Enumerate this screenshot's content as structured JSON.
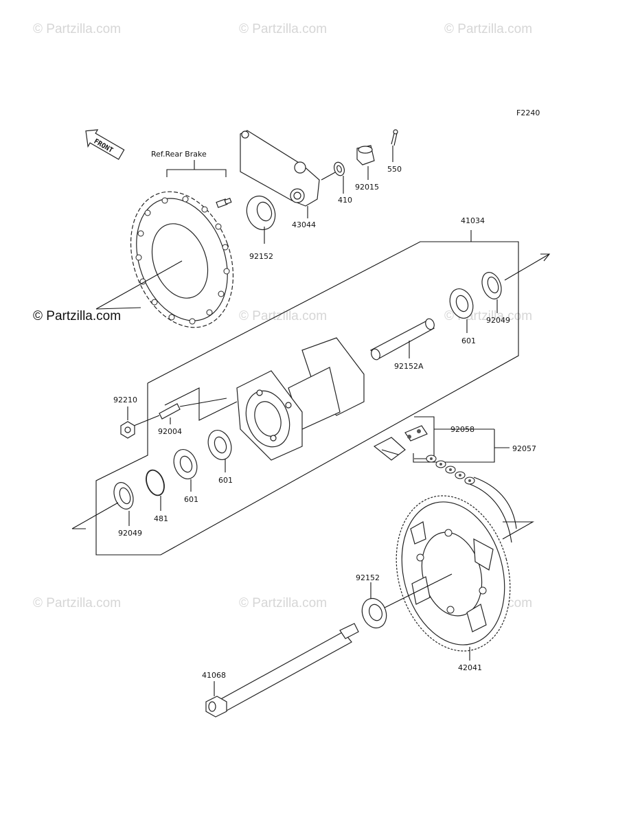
{
  "watermarks": {
    "text": "© Partzilla.com",
    "emphasized": "© Partzilla.com"
  },
  "figure_code": "F2240",
  "front_arrow": "FRONT",
  "reference_note": "Ref.Rear Brake",
  "parts": {
    "p41034": "41034",
    "p92015": "92015",
    "p550": "550",
    "p410": "410",
    "p43044": "43044",
    "p92152_top": "92152",
    "p92049_right": "92049",
    "p601_right": "601",
    "p92152A": "92152A",
    "p92210": "92210",
    "p92004": "92004",
    "p601_mid": "601",
    "p601_left": "601",
    "p481": "481",
    "p92049_left": "92049",
    "p92058": "92058",
    "p92057": "92057",
    "p92152_bottom": "92152",
    "p42041": "42041",
    "p41068": "41068"
  },
  "colors": {
    "line": "#111111",
    "watermark": "#d6d6d6"
  }
}
